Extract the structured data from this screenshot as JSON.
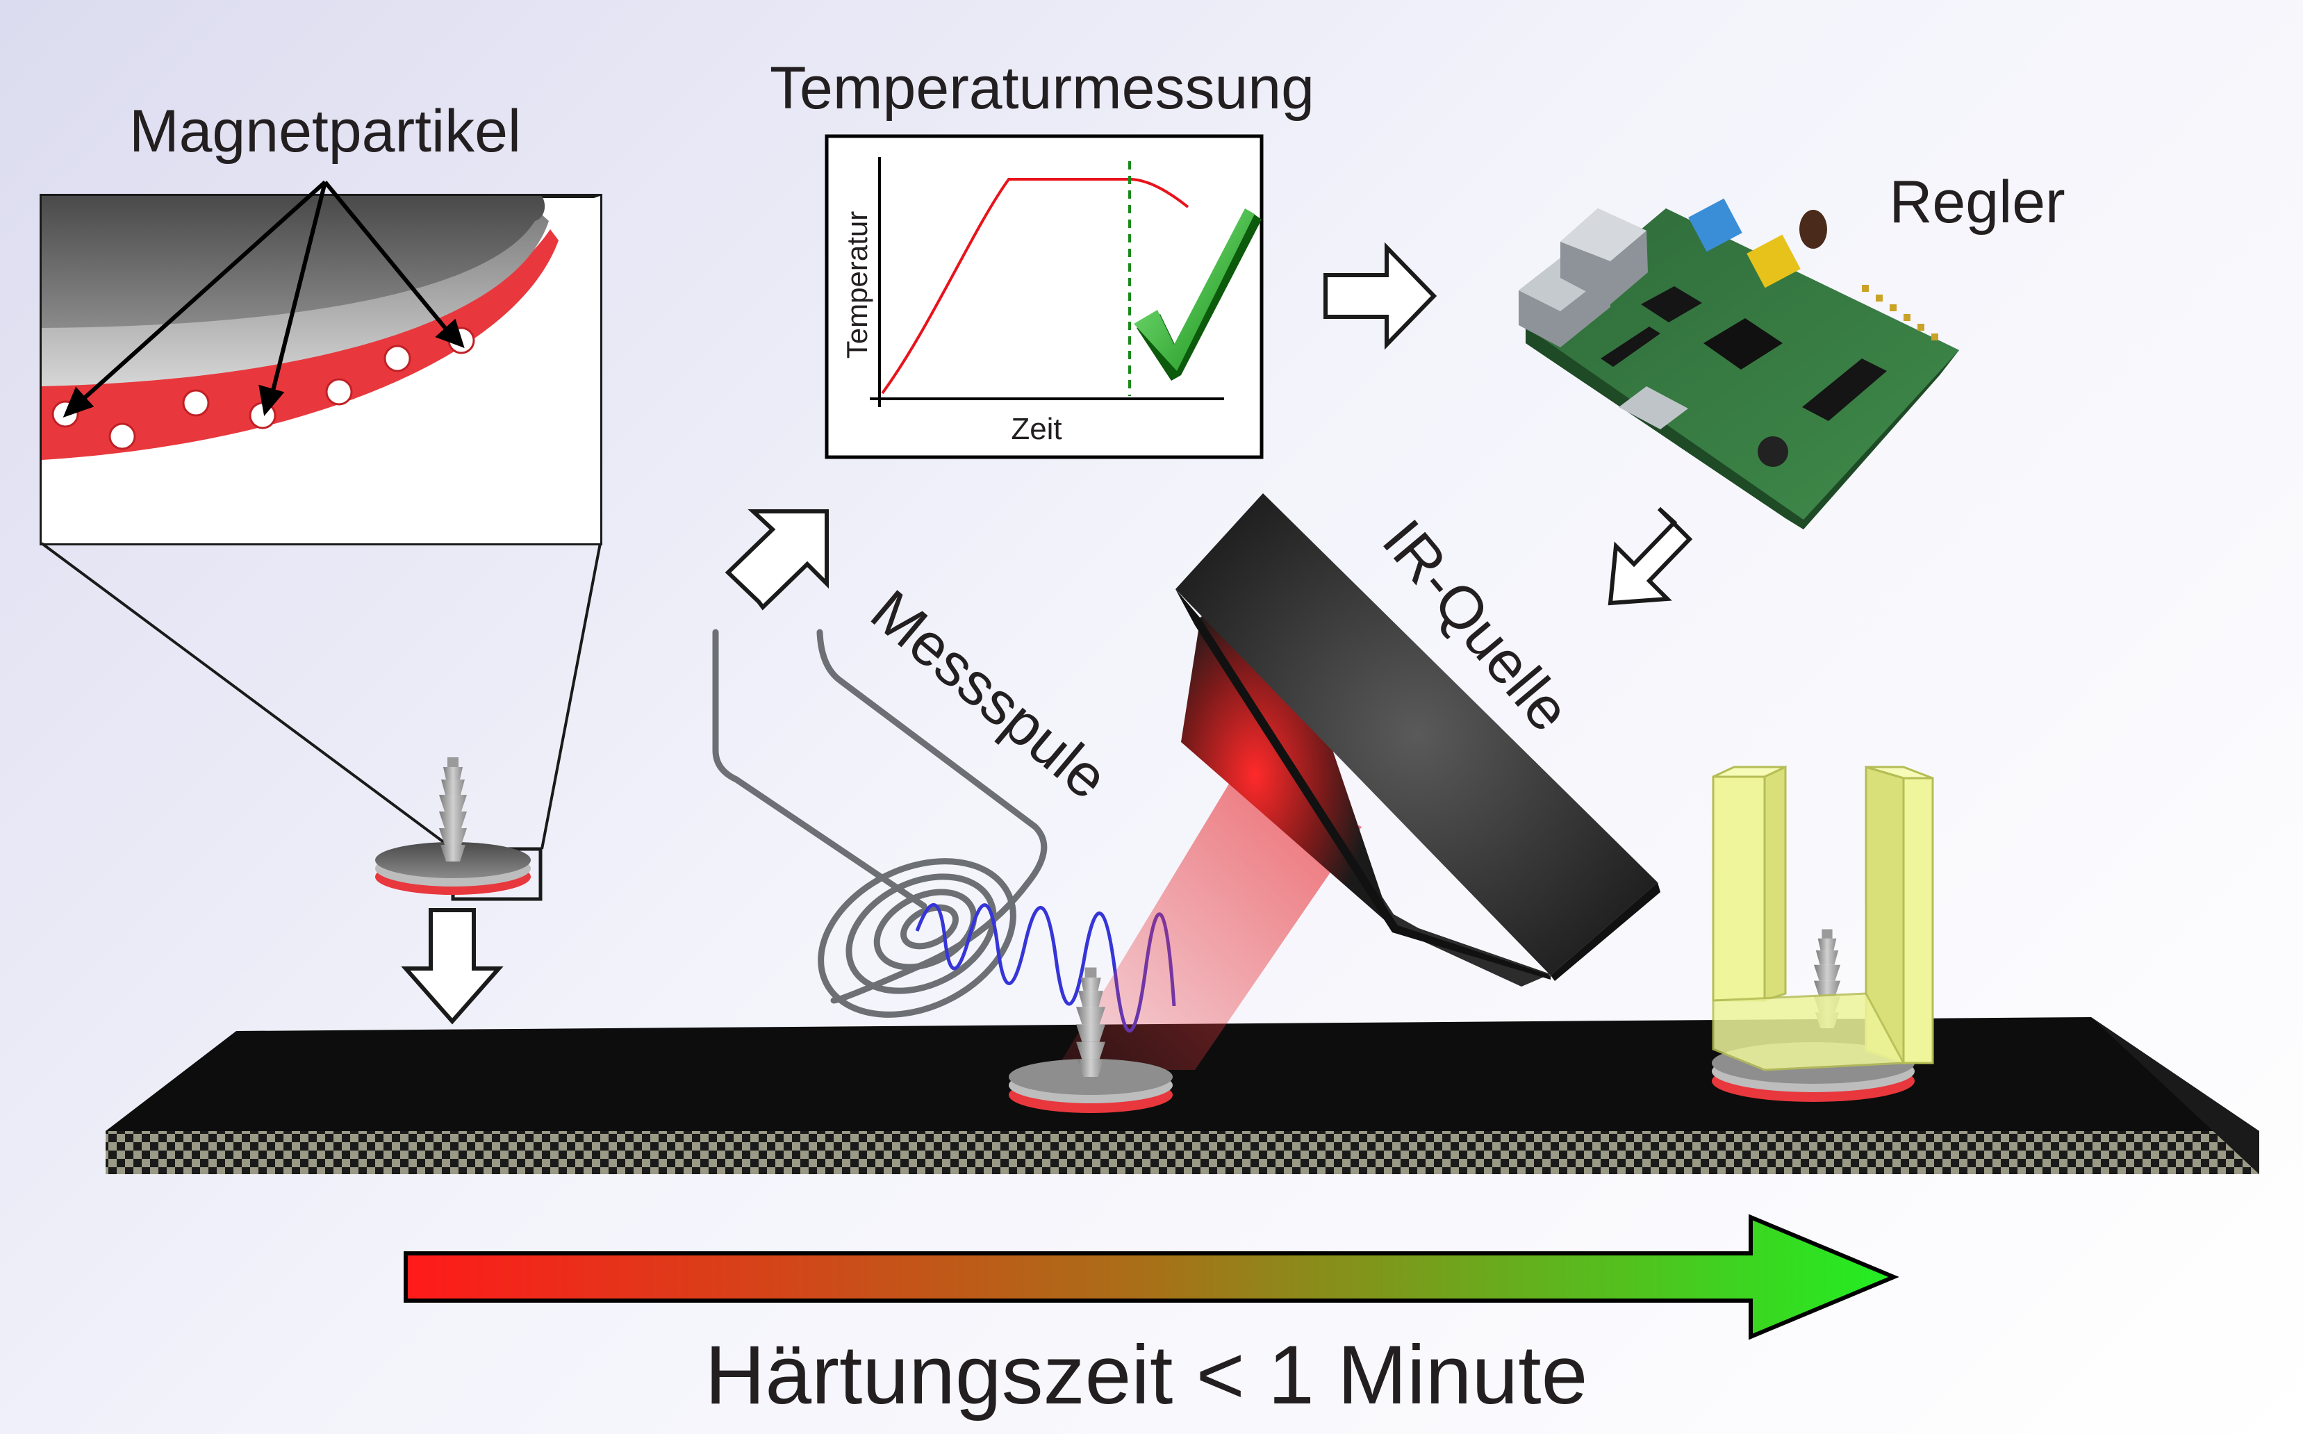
{
  "labels": {
    "magnet_particles": "Magnetpartikel",
    "temperature_measurement": "Temperaturmessung",
    "controller": "Regler",
    "measuring_coil": "Messspule",
    "ir_source": "IR-Quelle",
    "curing_time": "Härtungszeit < 1 Minute"
  },
  "graph": {
    "ylabel": "Temperatur",
    "xlabel": "Zeit"
  },
  "colors": {
    "adhesive_red": "#e8383d",
    "coil_blue": "#3535d8",
    "check_green": "#1aa51a",
    "holder_yellow": "#eef59a",
    "arrow_start": "#ff1a1a",
    "arrow_end": "#22ee22"
  }
}
